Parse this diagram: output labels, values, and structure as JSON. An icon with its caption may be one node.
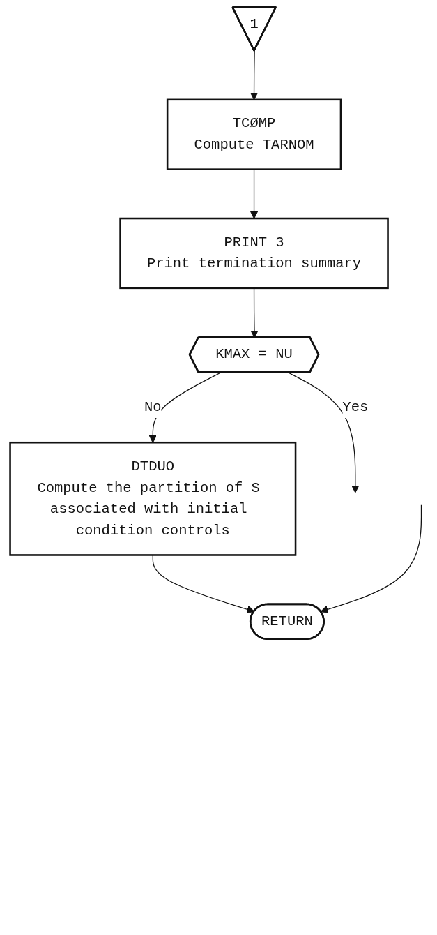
{
  "diagram": {
    "nodes": [
      {
        "text": [
          "1"
        ]
      },
      {
        "text": [
          "TCØMP",
          "Compute TARNOM"
        ]
      },
      {
        "text": [
          "PRINT 3",
          "Print termination summary"
        ]
      },
      {
        "text": [
          "KMAX = NU"
        ]
      },
      {
        "text": [
          "DTDUO",
          "Compute the partition of S associated with initial condition controls"
        ]
      },
      {
        "text": [
          "RETURN"
        ]
      }
    ],
    "edges": [
      {
        "from": 0,
        "to": 1,
        "arrow": "to"
      },
      {
        "from": 1,
        "to": 2,
        "arrow": "to"
      },
      {
        "from": 2,
        "to": 3,
        "arrow": "to"
      },
      {
        "from": 3,
        "to": null,
        "label": "Yes",
        "arrow": "to"
      },
      {
        "from": 3,
        "to": 4,
        "label": "No",
        "arrow": "to"
      },
      {
        "from": 4,
        "to": 5,
        "arrow": "to"
      },
      {
        "from": null,
        "to": 5,
        "arrow": "to"
      }
    ]
  }
}
